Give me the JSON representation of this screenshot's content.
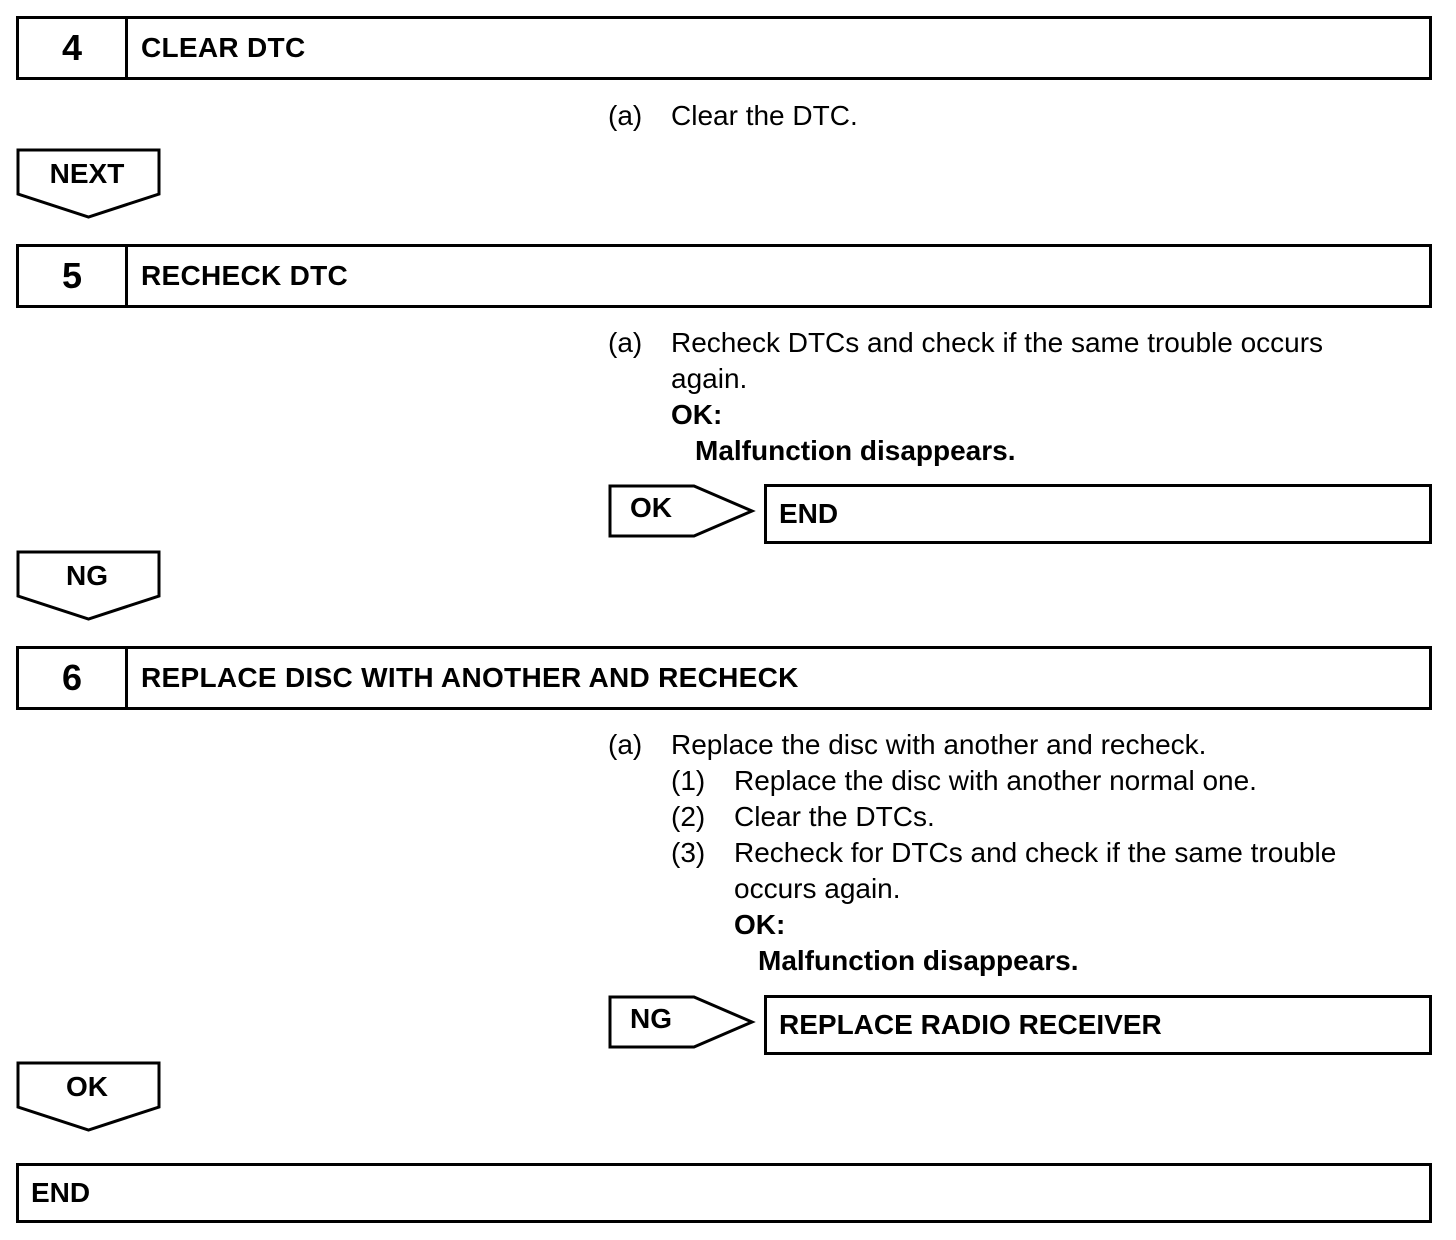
{
  "step4": {
    "number": "4",
    "title": "CLEAR DTC",
    "items": [
      {
        "marker": "(a)",
        "text": "Clear the DTC."
      }
    ],
    "next_arrow": "NEXT"
  },
  "step5": {
    "number": "5",
    "title": "RECHECK DTC",
    "item_marker": "(a)",
    "item_line1": "Recheck DTCs and check if the same trouble occurs",
    "item_line2": "again.",
    "ok_label": "OK:",
    "ok_text": "Malfunction disappears.",
    "branch_label": "OK",
    "branch_result": "END",
    "down_arrow": "NG"
  },
  "step6": {
    "number": "6",
    "title": "REPLACE DISC WITH ANOTHER AND RECHECK",
    "item_marker": "(a)",
    "item_text": "Replace the disc with another and recheck.",
    "subitems": [
      {
        "marker": "(1)",
        "text": "Replace the disc with another normal one."
      },
      {
        "marker": "(2)",
        "text": "Clear the DTCs."
      },
      {
        "marker": "(3)",
        "text": "Recheck for DTCs and check if the same trouble"
      }
    ],
    "sub3_line2": "occurs again.",
    "ok_label": "OK:",
    "ok_text": "Malfunction disappears.",
    "branch_label": "NG",
    "branch_result": "REPLACE RADIO RECEIVER",
    "down_arrow": "OK"
  },
  "final": {
    "title": "END"
  }
}
